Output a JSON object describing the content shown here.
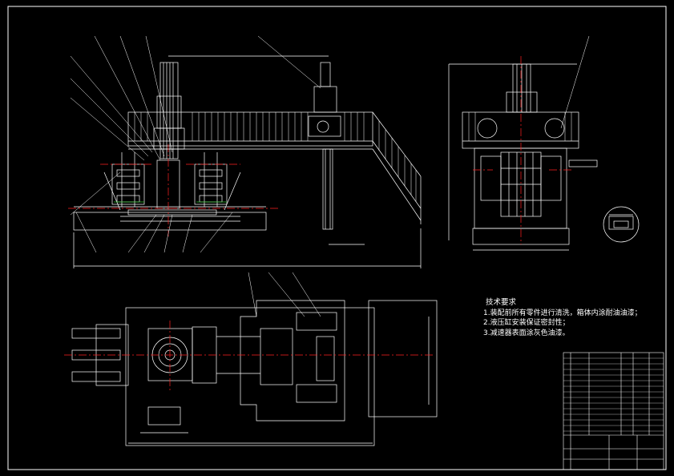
{
  "technical_requirements": {
    "title": "技术要求",
    "items": [
      "1.装配前所有零件进行清洗，箱体内涂耐油油漆；",
      "2.液压缸安装保证密封性；",
      "3.减速器表面涂灰色油漆。"
    ]
  },
  "colors": {
    "background": "#000000",
    "lines": "#ffffff",
    "centerlines": "#ff2020",
    "hatch_green": "#30c030",
    "leaders": "#ffffff"
  }
}
